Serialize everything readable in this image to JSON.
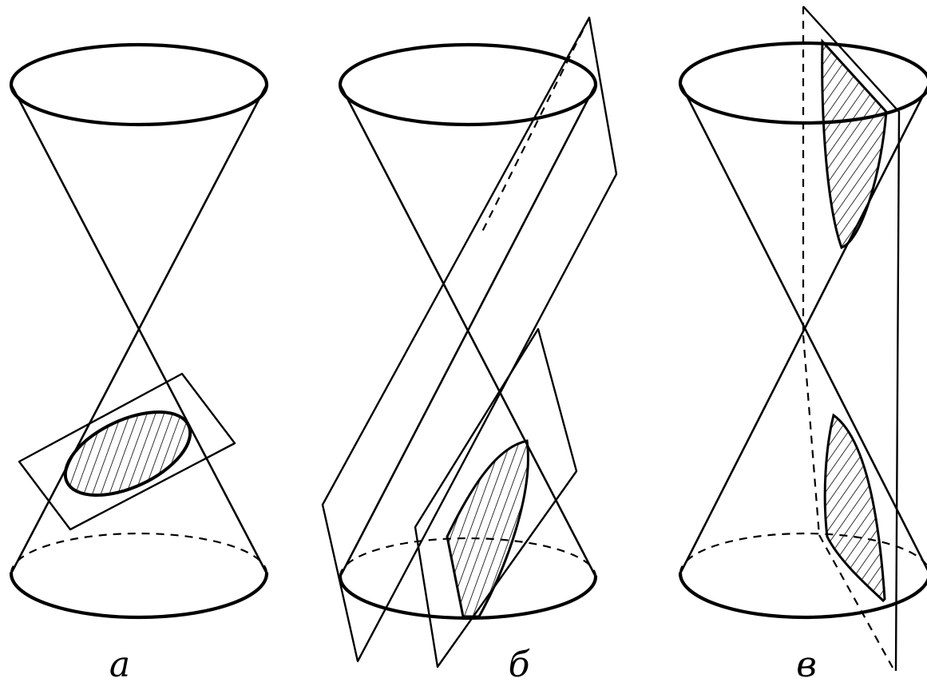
{
  "figures": [
    {
      "caption": "а",
      "section": "ellipse"
    },
    {
      "caption": "б",
      "section": "hyperbola-and-parabola-planes"
    },
    {
      "caption": "в",
      "section": "hyperbola"
    }
  ],
  "colors": {
    "ink": "#000000",
    "background": "#ffffff"
  }
}
